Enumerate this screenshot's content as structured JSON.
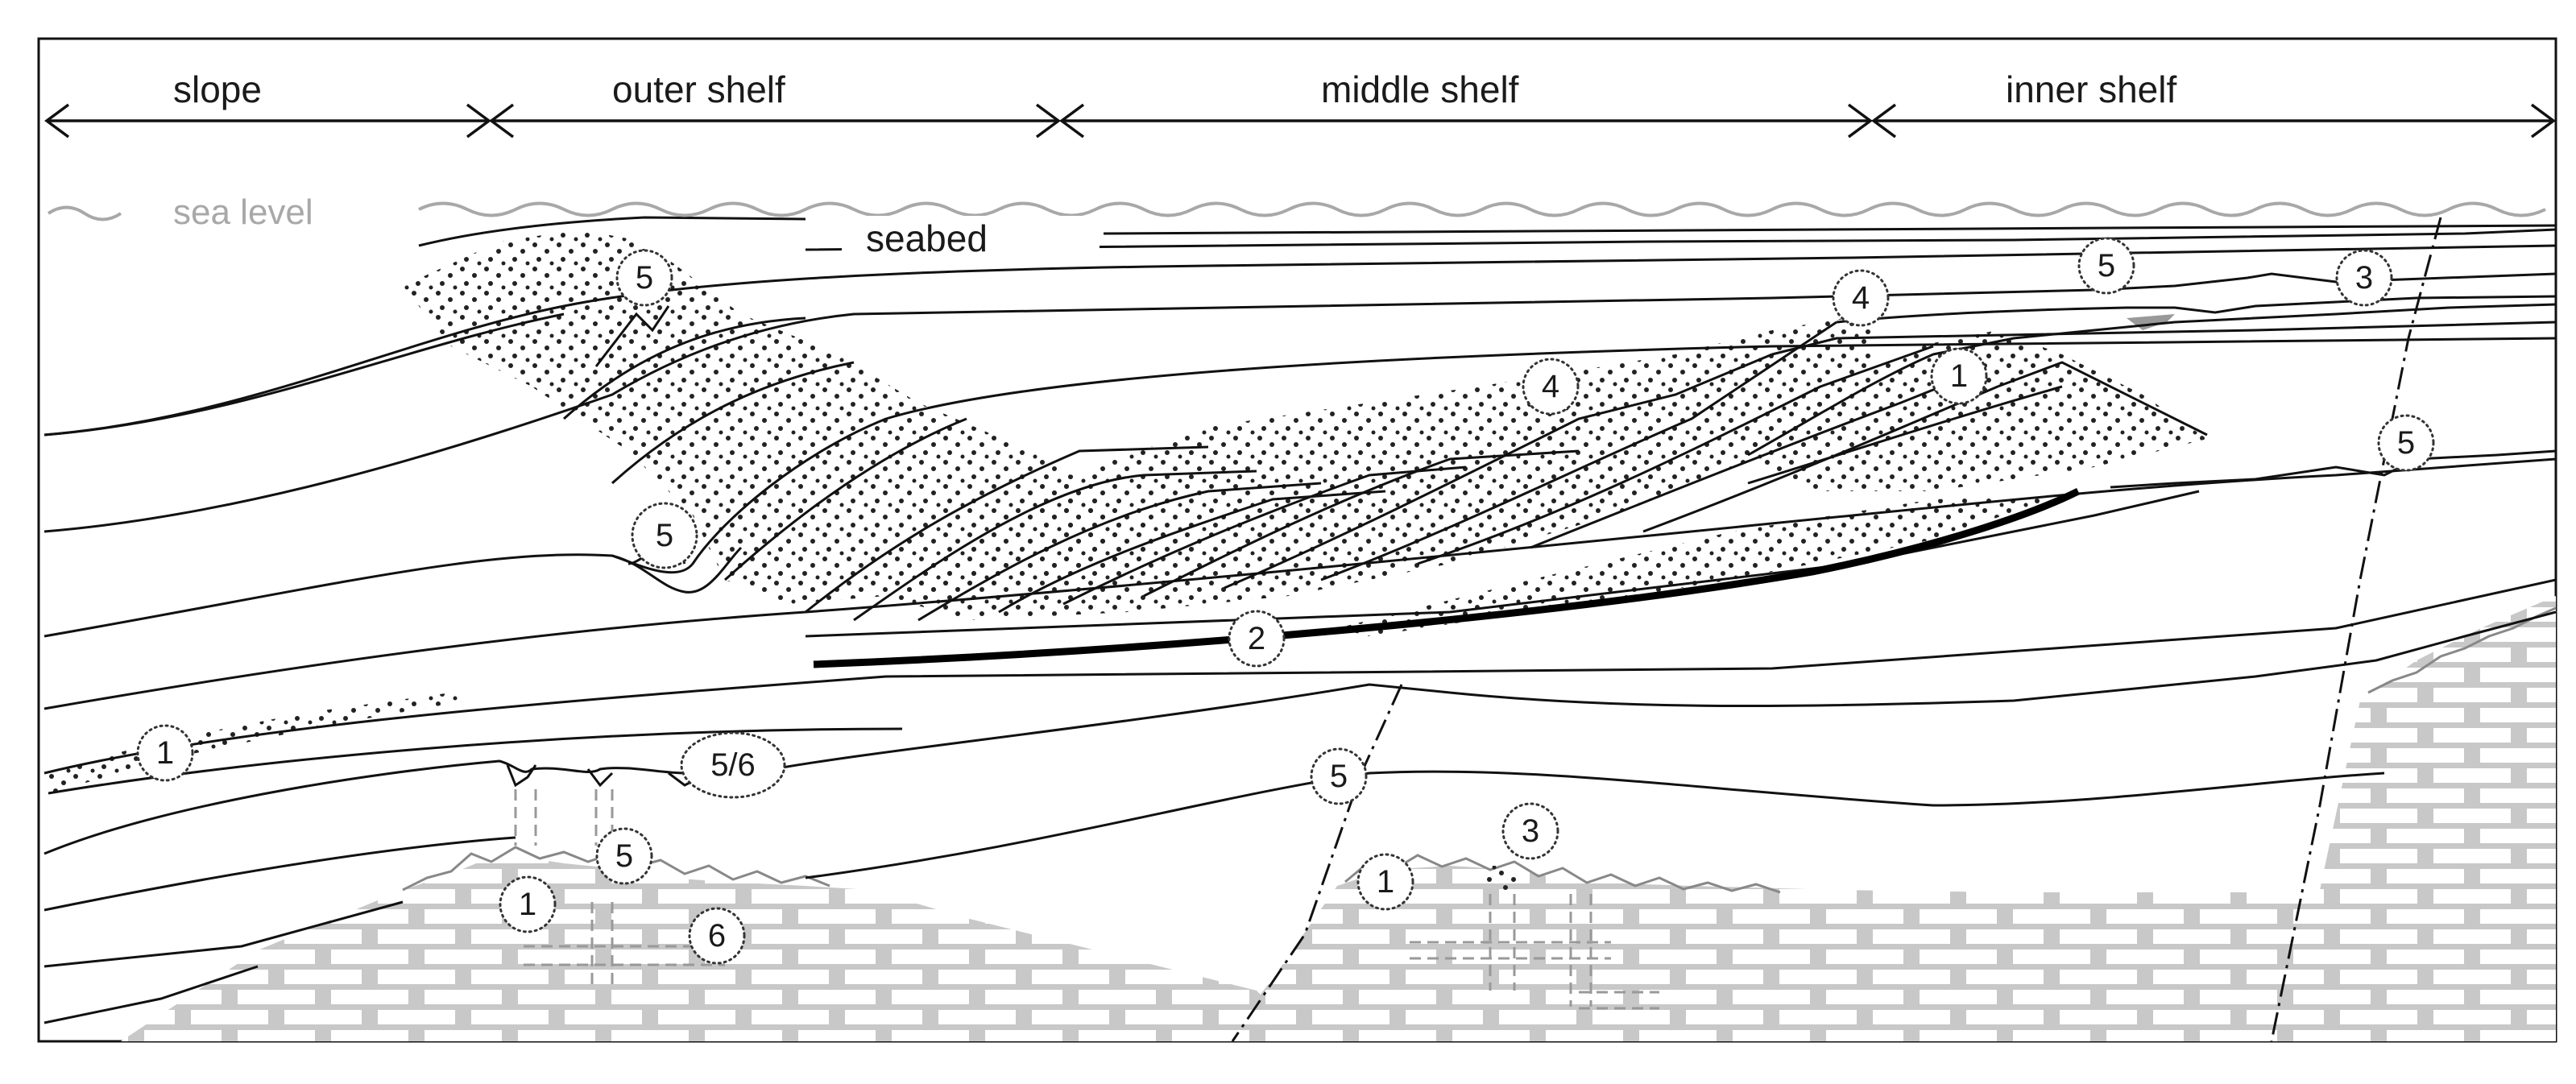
{
  "zones": {
    "slope": "slope",
    "outer_shelf": "outer shelf",
    "middle_shelf": "middle shelf",
    "inner_shelf": "inner shelf"
  },
  "labels": {
    "sea_level": "sea level",
    "seabed": "seabed"
  },
  "markers": [
    "5",
    "5",
    "1",
    "5/6",
    "5",
    "1",
    "6",
    "4",
    "4",
    "1",
    "2",
    "5",
    "3",
    "1",
    "5",
    "3",
    "5"
  ],
  "colors": {
    "line": "#111111",
    "sea": "#a8a8a8",
    "stipple": "#222222",
    "limestone_fill": "#c8c8c8",
    "limestone_block": "#ffffff",
    "karst_channel": "#e6e6e6"
  }
}
